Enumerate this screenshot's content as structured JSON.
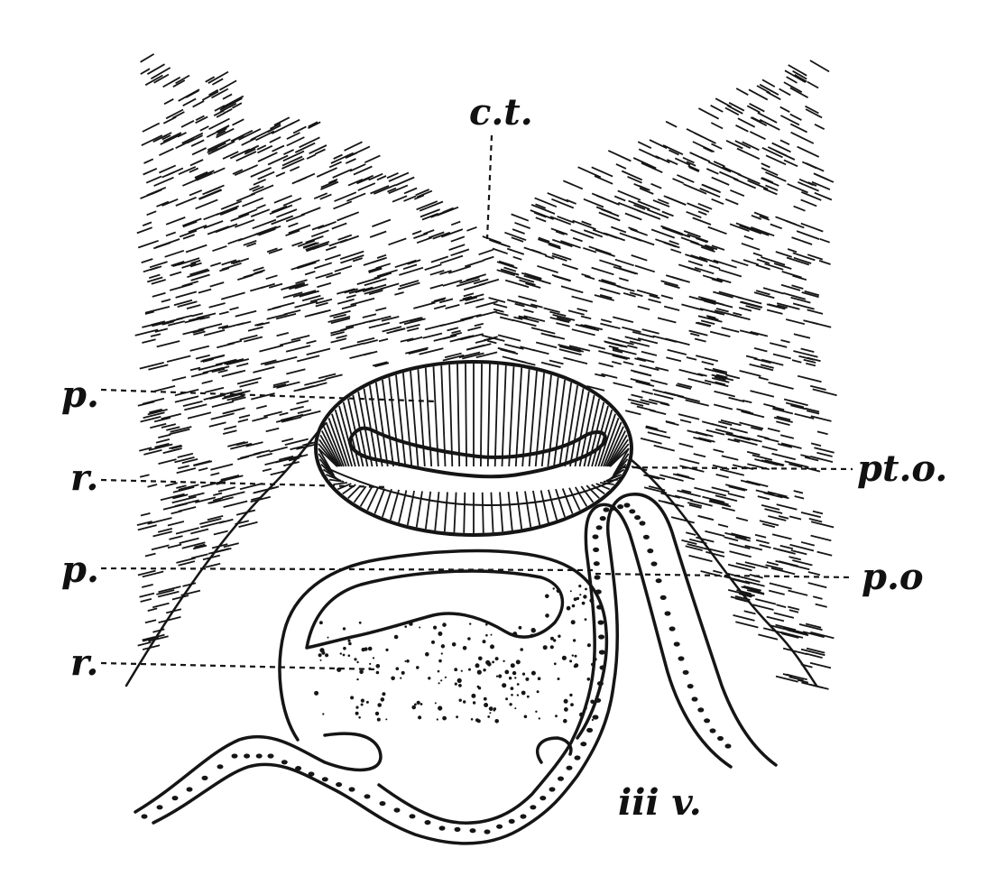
{
  "labels": {
    "ct": "c.t.",
    "p_upper": "p.",
    "r_upper": "r.",
    "p_lower": "p.",
    "r_lower": "r.",
    "pto": "pt.o.",
    "po": "p.o",
    "iiiv": "iii v."
  },
  "colors": {
    "ink": "#151515",
    "paper": "#ffffff"
  }
}
